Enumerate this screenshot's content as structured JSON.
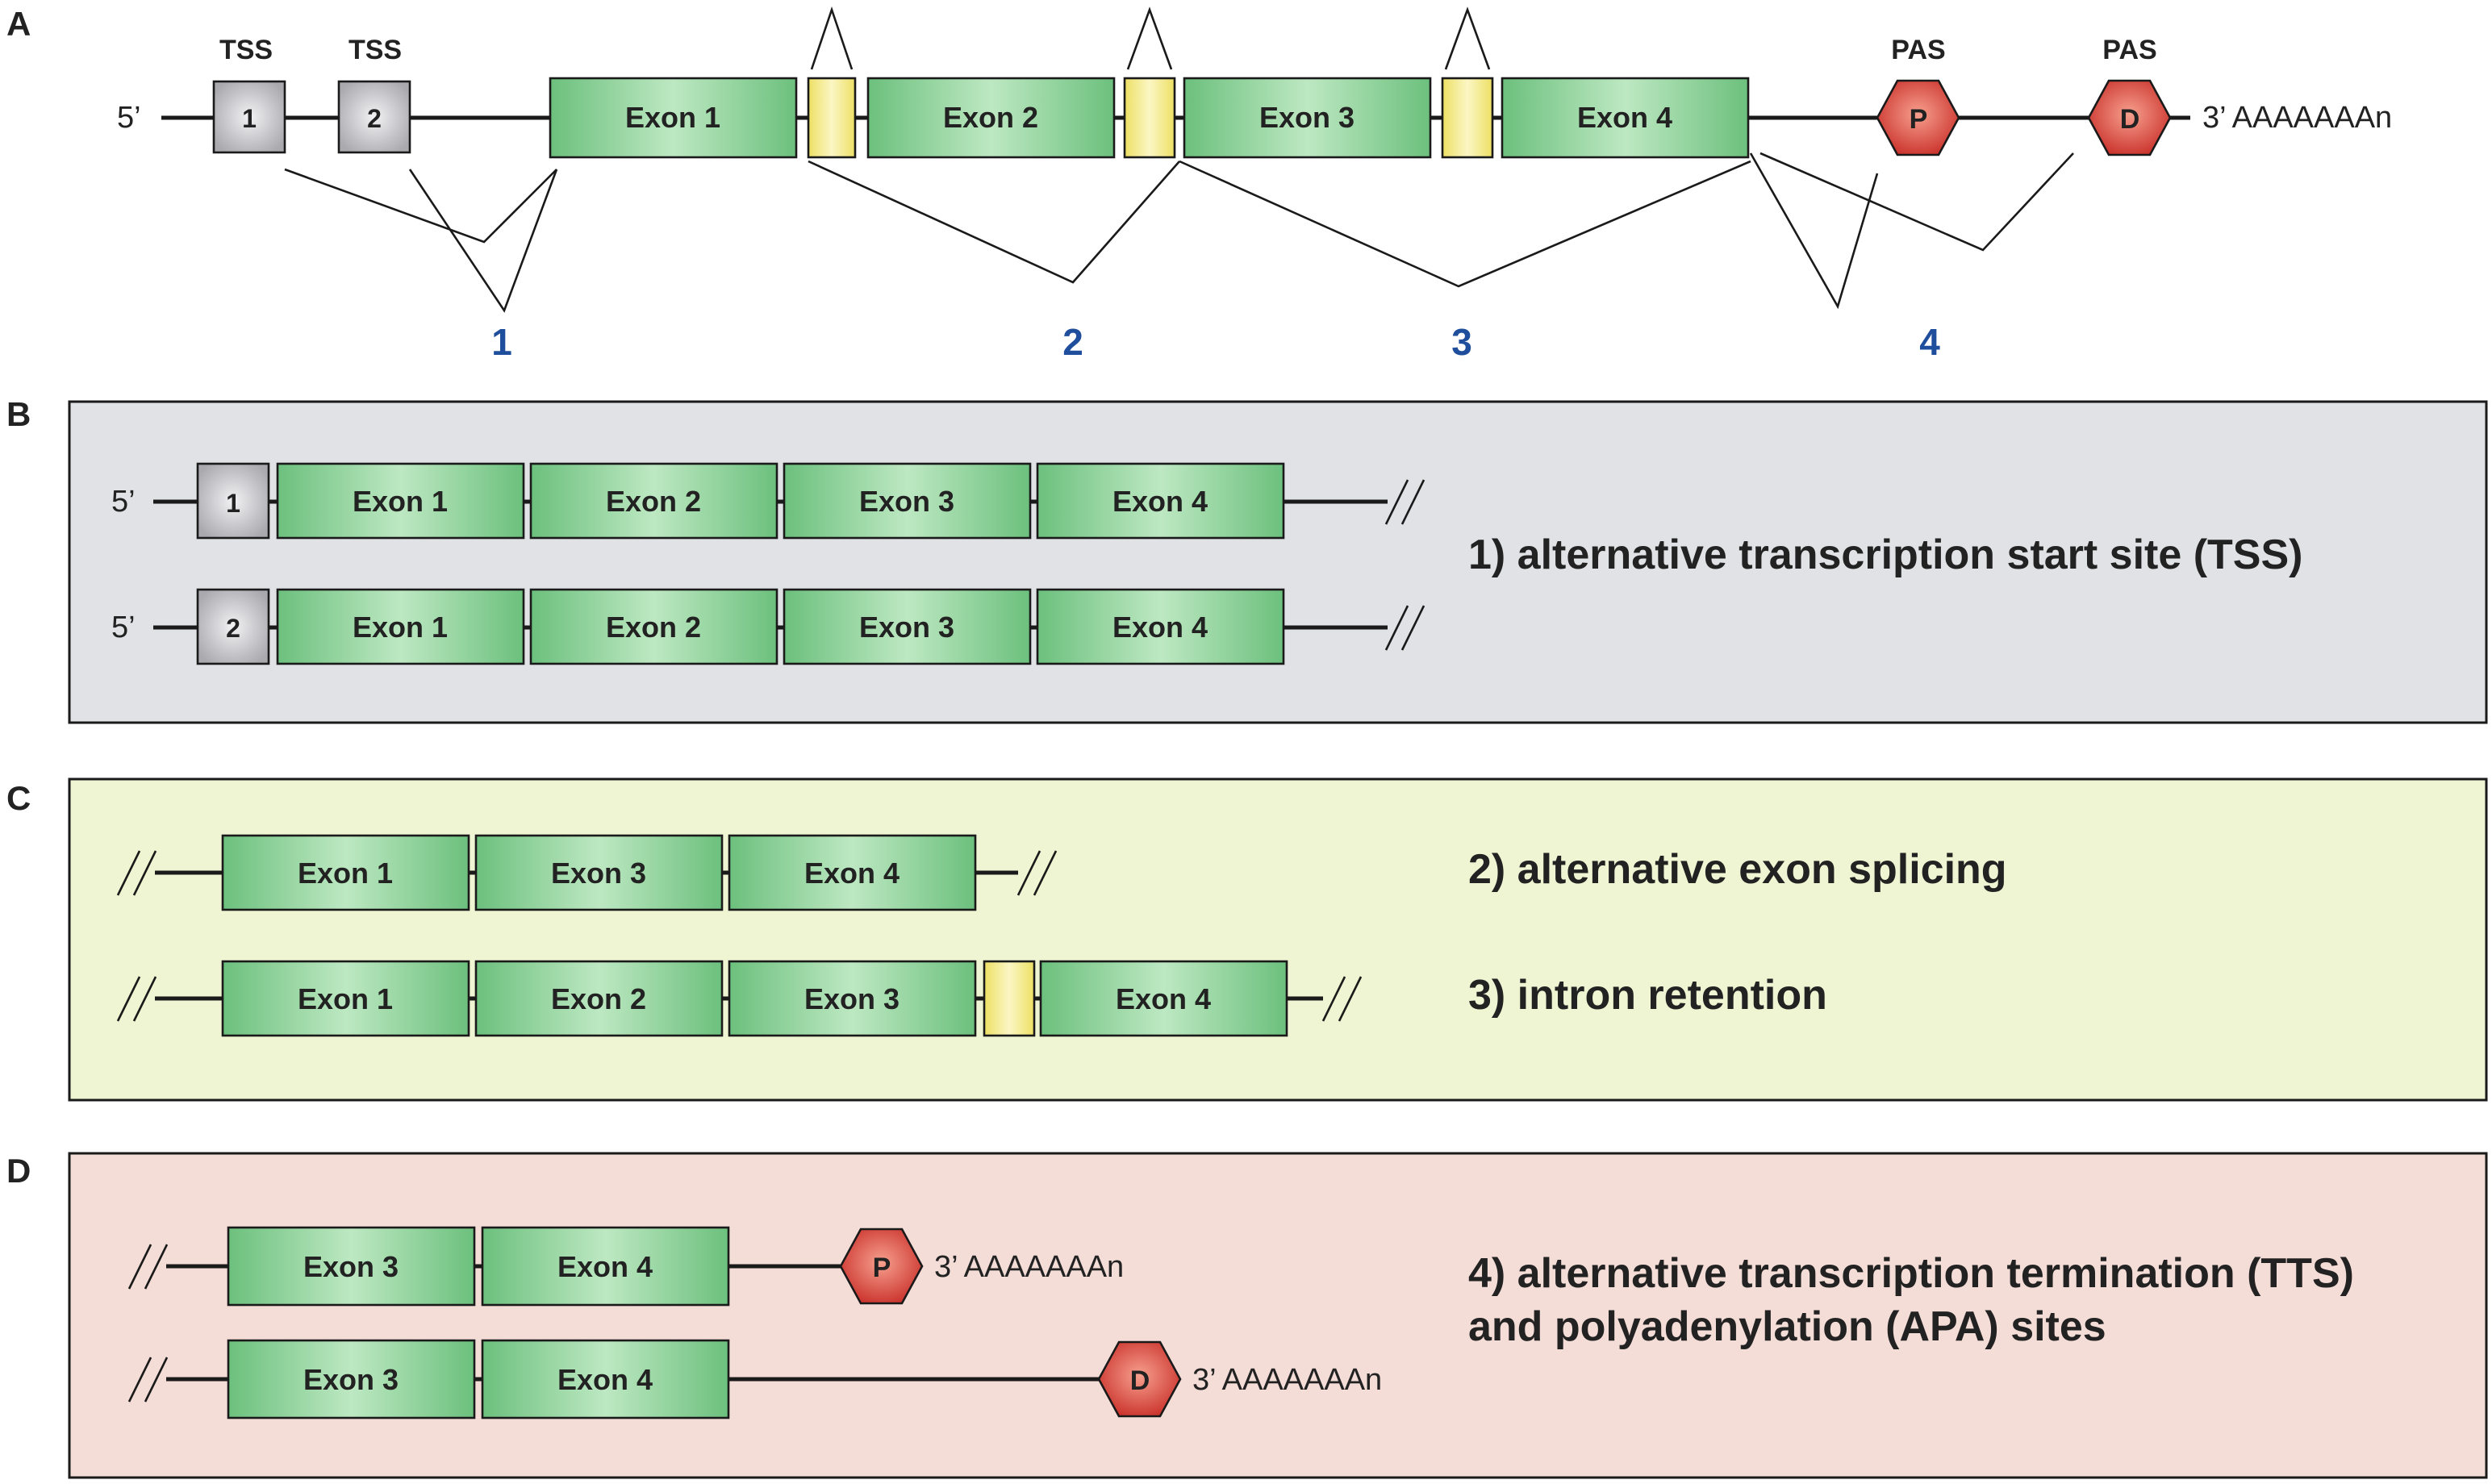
{
  "colors": {
    "exon": "#8fd39a",
    "intron": "#f5ec8a",
    "tss": "#c4c4c8",
    "pas": "#d9453a",
    "blue": "#1f4e9c",
    "panel_b": "#e1e2e5",
    "panel_c": "#eff5d2",
    "panel_d": "#f4dcd7"
  },
  "panels": {
    "a": {
      "letter": "A"
    },
    "b": {
      "letter": "B"
    },
    "c": {
      "letter": "C"
    },
    "d": {
      "letter": "D"
    }
  },
  "gene": {
    "five_prime": "5’",
    "three_prime": "3’ AAAAAAAn",
    "tss_label": "TSS",
    "tss1": "1",
    "tss2": "2",
    "pas_label": "PAS",
    "pas_p": "P",
    "pas_d": "D",
    "exons": [
      "Exon 1",
      "Exon 2",
      "Exon 3",
      "Exon 4"
    ],
    "event_numbers": [
      "1",
      "2",
      "3",
      "4"
    ]
  },
  "panel_b": {
    "five_prime": "5’",
    "tss1": "1",
    "tss2": "2",
    "exons": [
      "Exon 1",
      "Exon 2",
      "Exon 3",
      "Exon 4"
    ],
    "caption": "1) alternative transcription start site (TSS)"
  },
  "panel_c": {
    "row1_exons": [
      "Exon 1",
      "Exon 3",
      "Exon 4"
    ],
    "row2_exons": [
      "Exon 1",
      "Exon 2",
      "Exon 3",
      "Exon 4"
    ],
    "caption1": "2) alternative exon splicing",
    "caption2": "3) intron retention"
  },
  "panel_d": {
    "exons": [
      "Exon 3",
      "Exon 4"
    ],
    "pas_p": "P",
    "pas_d": "D",
    "three_prime": "3’ AAAAAAAn",
    "caption_line1": "4) alternative transcription termination (TTS)",
    "caption_line2": "and polyadenylation (APA) sites"
  }
}
